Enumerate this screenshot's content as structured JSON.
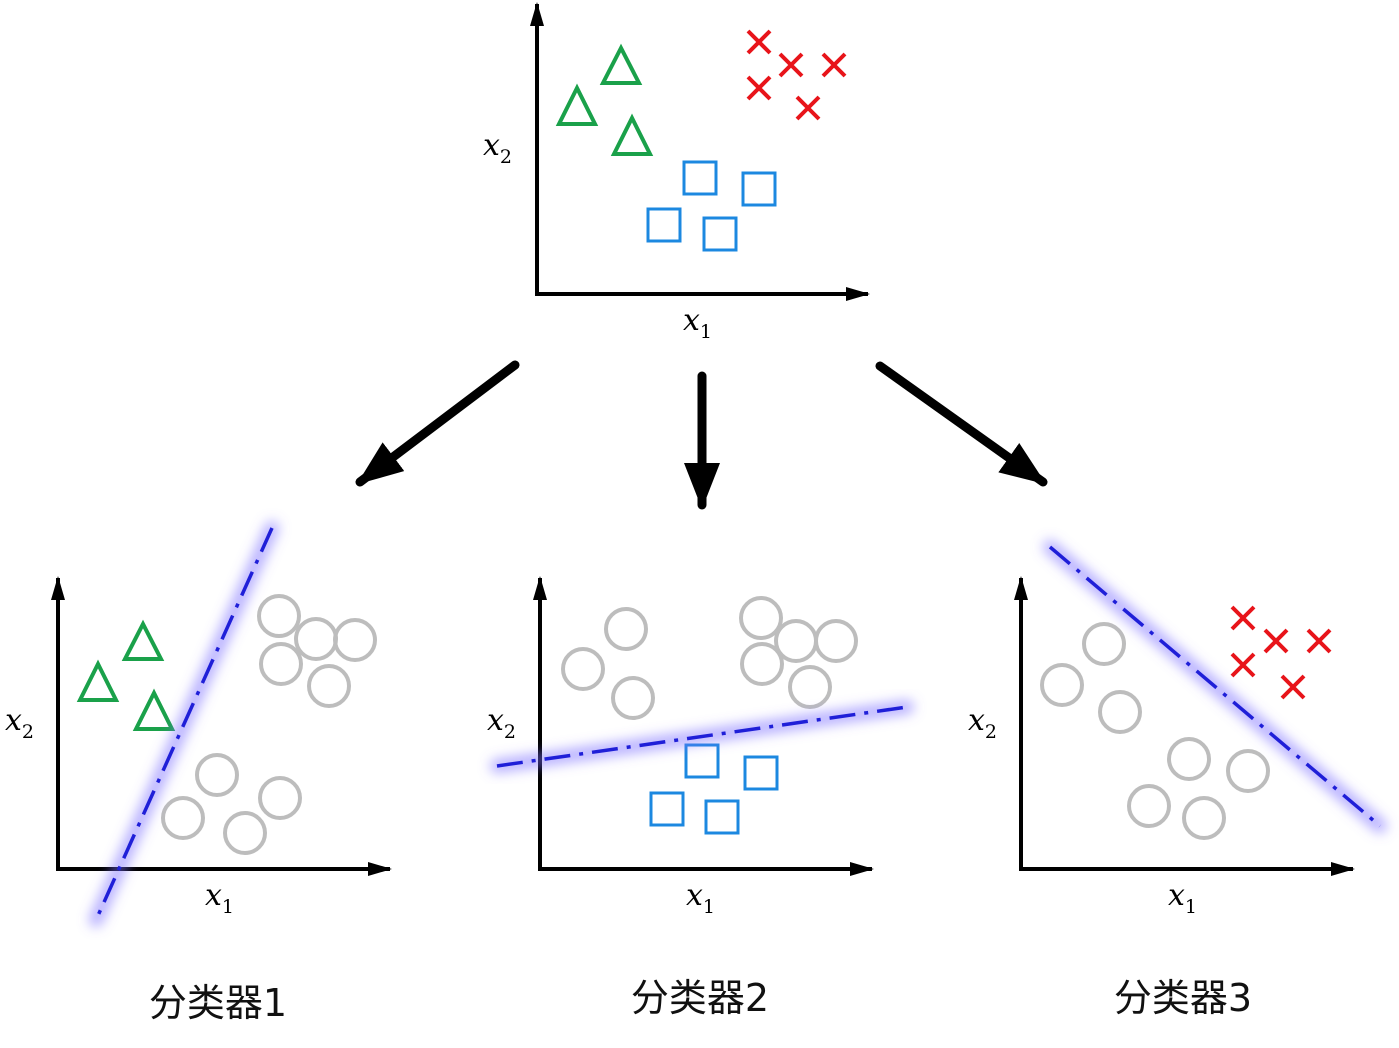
{
  "colors": {
    "triangle": "#1aa14a",
    "cross": "#e8141a",
    "square": "#1c88e0",
    "circle_gray": "#bdbdbd",
    "boundary": "#1f1fd8",
    "boundary_glow": "#7a6cff",
    "axis": "#000000"
  },
  "axis_labels": {
    "x": "x",
    "x_sub": "1",
    "y": "x",
    "y_sub": "2"
  },
  "classifiers": [
    {
      "caption": "分类器1"
    },
    {
      "caption": "分类器2"
    },
    {
      "caption": "分类器3"
    }
  ]
}
